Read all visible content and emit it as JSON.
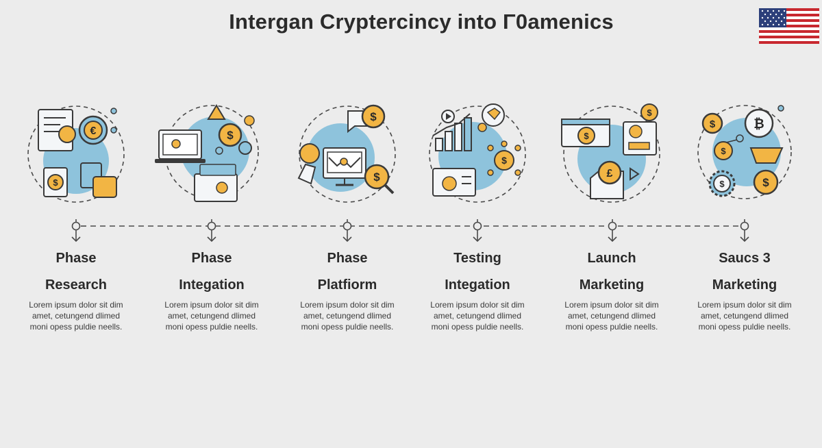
{
  "title": "Intergan Cryptercincy into Γ0amenics",
  "steps": [
    {
      "line1": "Phase",
      "line2": "Research",
      "desc": [
        "Lorem ipsum dolor sit dim",
        "amet, cetungend dlimed",
        "moni opess puldie neells."
      ]
    },
    {
      "line1": "Phase",
      "line2": "Integation",
      "desc": [
        "Lorem ipsum dolor sit dim",
        "amet, cetungend dlimed",
        "moni opess puldie neells."
      ]
    },
    {
      "line1": "Phase",
      "line2": "Platfiorm",
      "desc": [
        "Lorem ipsum dolor sit dim",
        "amet, cetungend dlimed",
        "moni opess puldie neells."
      ]
    },
    {
      "line1": "Testing",
      "line2": "Integation",
      "desc": [
        "Lorem ipsum dolor sit dim",
        "amet, cetungend dlimed",
        "moni opess puldie neells."
      ]
    },
    {
      "line1": "Launch",
      "line2": "Marketing",
      "desc": [
        "Lorem ipsum dolor sit dim",
        "amet, cetungend dlimed",
        "moni opess puldie neells."
      ]
    },
    {
      "line1": "Saucs 3",
      "line2": "Marketing",
      "desc": [
        "Lorem ipsum dolor sit dim",
        "amet, cetungend dlimed",
        "moni opess puldie neells."
      ]
    }
  ],
  "icons": {
    "step1": "finance-research-icon",
    "step2": "laptop-integration-icon",
    "step3": "platform-monitor-icon",
    "step4": "testing-chart-icon",
    "step5": "launch-marketing-icon",
    "step6": "bitcoin-marketing-icon",
    "flag": "us-flag-icon"
  },
  "colors": {
    "accent_blue": "#8ec3dc",
    "coin_gold": "#f2b544",
    "line": "#4a4a4a",
    "background": "#ececec"
  }
}
